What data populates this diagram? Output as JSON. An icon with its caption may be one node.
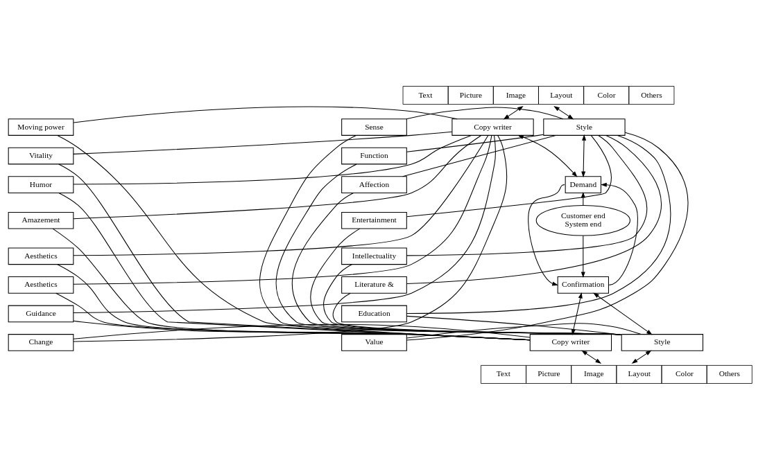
{
  "diagram": {
    "nodes": [
      {
        "text": [
          "Text",
          "Picture",
          "Image",
          "Layout",
          "Color",
          "Others"
        ]
      },
      {
        "text": [
          "Copy writer"
        ]
      },
      {
        "text": [
          "Style"
        ]
      },
      {
        "text": [
          "Demand"
        ]
      },
      {
        "text": [
          "Customer end",
          "System end"
        ]
      },
      {
        "text": [
          "Confirmation"
        ]
      },
      {
        "text": [
          "Copy writer"
        ]
      },
      {
        "text": [
          "Style"
        ]
      },
      {
        "text": [
          "Text",
          "Picture",
          "Image",
          "Layout",
          "Color",
          "Others"
        ]
      },
      {
        "text": [
          "Moving power"
        ]
      },
      {
        "text": [
          "Vitality"
        ]
      },
      {
        "text": [
          "Humor"
        ]
      },
      {
        "text": [
          "Amazement"
        ]
      },
      {
        "text": [
          "Aesthetics"
        ]
      },
      {
        "text": [
          "Aesthetics"
        ]
      },
      {
        "text": [
          "Guidance"
        ]
      },
      {
        "text": [
          "Change"
        ]
      },
      {
        "text": [
          "Sense"
        ]
      },
      {
        "text": [
          "Function"
        ]
      },
      {
        "text": [
          "Affection"
        ]
      },
      {
        "text": [
          "Entertainment"
        ]
      },
      {
        "text": [
          "Intellectuality"
        ]
      },
      {
        "text": [
          "Literature &"
        ]
      },
      {
        "text": [
          "Education"
        ]
      },
      {
        "text": [
          "Value"
        ]
      }
    ],
    "edges": [
      {
        "from": 0,
        "to": 1,
        "arrow": "both"
      },
      {
        "from": 0,
        "to": 2,
        "arrow": "both"
      },
      {
        "from": 1,
        "to": 3,
        "arrow": "both"
      },
      {
        "from": 2,
        "to": 3,
        "arrow": "both"
      },
      {
        "from": 4,
        "to": 3,
        "arrow": "to"
      },
      {
        "from": 4,
        "to": 5,
        "arrow": "to"
      },
      {
        "from": 3,
        "to": 5,
        "arrow": "to"
      },
      {
        "from": 5,
        "to": 3,
        "arrow": "to"
      },
      {
        "from": 5,
        "to": 6,
        "arrow": "both"
      },
      {
        "from": 5,
        "to": 7,
        "arrow": "both"
      },
      {
        "from": 6,
        "to": 8,
        "arrow": "both"
      },
      {
        "from": 7,
        "to": 8,
        "arrow": "both"
      },
      {
        "from": 9,
        "to": 1,
        "arrow": "none"
      },
      {
        "from": 10,
        "to": 1,
        "arrow": "none"
      },
      {
        "from": 11,
        "to": 1,
        "arrow": "none"
      },
      {
        "from": 12,
        "to": 1,
        "arrow": "none"
      },
      {
        "from": 13,
        "to": 1,
        "arrow": "none"
      },
      {
        "from": 14,
        "to": 1,
        "arrow": "none"
      },
      {
        "from": 15,
        "to": 1,
        "arrow": "none"
      },
      {
        "from": 16,
        "to": 1,
        "arrow": "none"
      },
      {
        "from": 9,
        "to": 6,
        "arrow": "none"
      },
      {
        "from": 10,
        "to": 6,
        "arrow": "none"
      },
      {
        "from": 11,
        "to": 6,
        "arrow": "none"
      },
      {
        "from": 12,
        "to": 6,
        "arrow": "none"
      },
      {
        "from": 13,
        "to": 6,
        "arrow": "none"
      },
      {
        "from": 14,
        "to": 6,
        "arrow": "none"
      },
      {
        "from": 15,
        "to": 6,
        "arrow": "none"
      },
      {
        "from": 16,
        "to": 6,
        "arrow": "none"
      },
      {
        "from": 17,
        "to": 2,
        "arrow": "none"
      },
      {
        "from": 18,
        "to": 2,
        "arrow": "none"
      },
      {
        "from": 19,
        "to": 2,
        "arrow": "none"
      },
      {
        "from": 20,
        "to": 2,
        "arrow": "none"
      },
      {
        "from": 21,
        "to": 2,
        "arrow": "none"
      },
      {
        "from": 22,
        "to": 2,
        "arrow": "none"
      },
      {
        "from": 23,
        "to": 2,
        "arrow": "none"
      },
      {
        "from": 24,
        "to": 2,
        "arrow": "none"
      },
      {
        "from": 17,
        "to": 7,
        "arrow": "none"
      },
      {
        "from": 18,
        "to": 7,
        "arrow": "none"
      },
      {
        "from": 19,
        "to": 7,
        "arrow": "none"
      },
      {
        "from": 20,
        "to": 7,
        "arrow": "none"
      },
      {
        "from": 21,
        "to": 7,
        "arrow": "none"
      },
      {
        "from": 22,
        "to": 7,
        "arrow": "none"
      },
      {
        "from": 23,
        "to": 7,
        "arrow": "none"
      },
      {
        "from": 24,
        "to": 7,
        "arrow": "none"
      }
    ]
  }
}
